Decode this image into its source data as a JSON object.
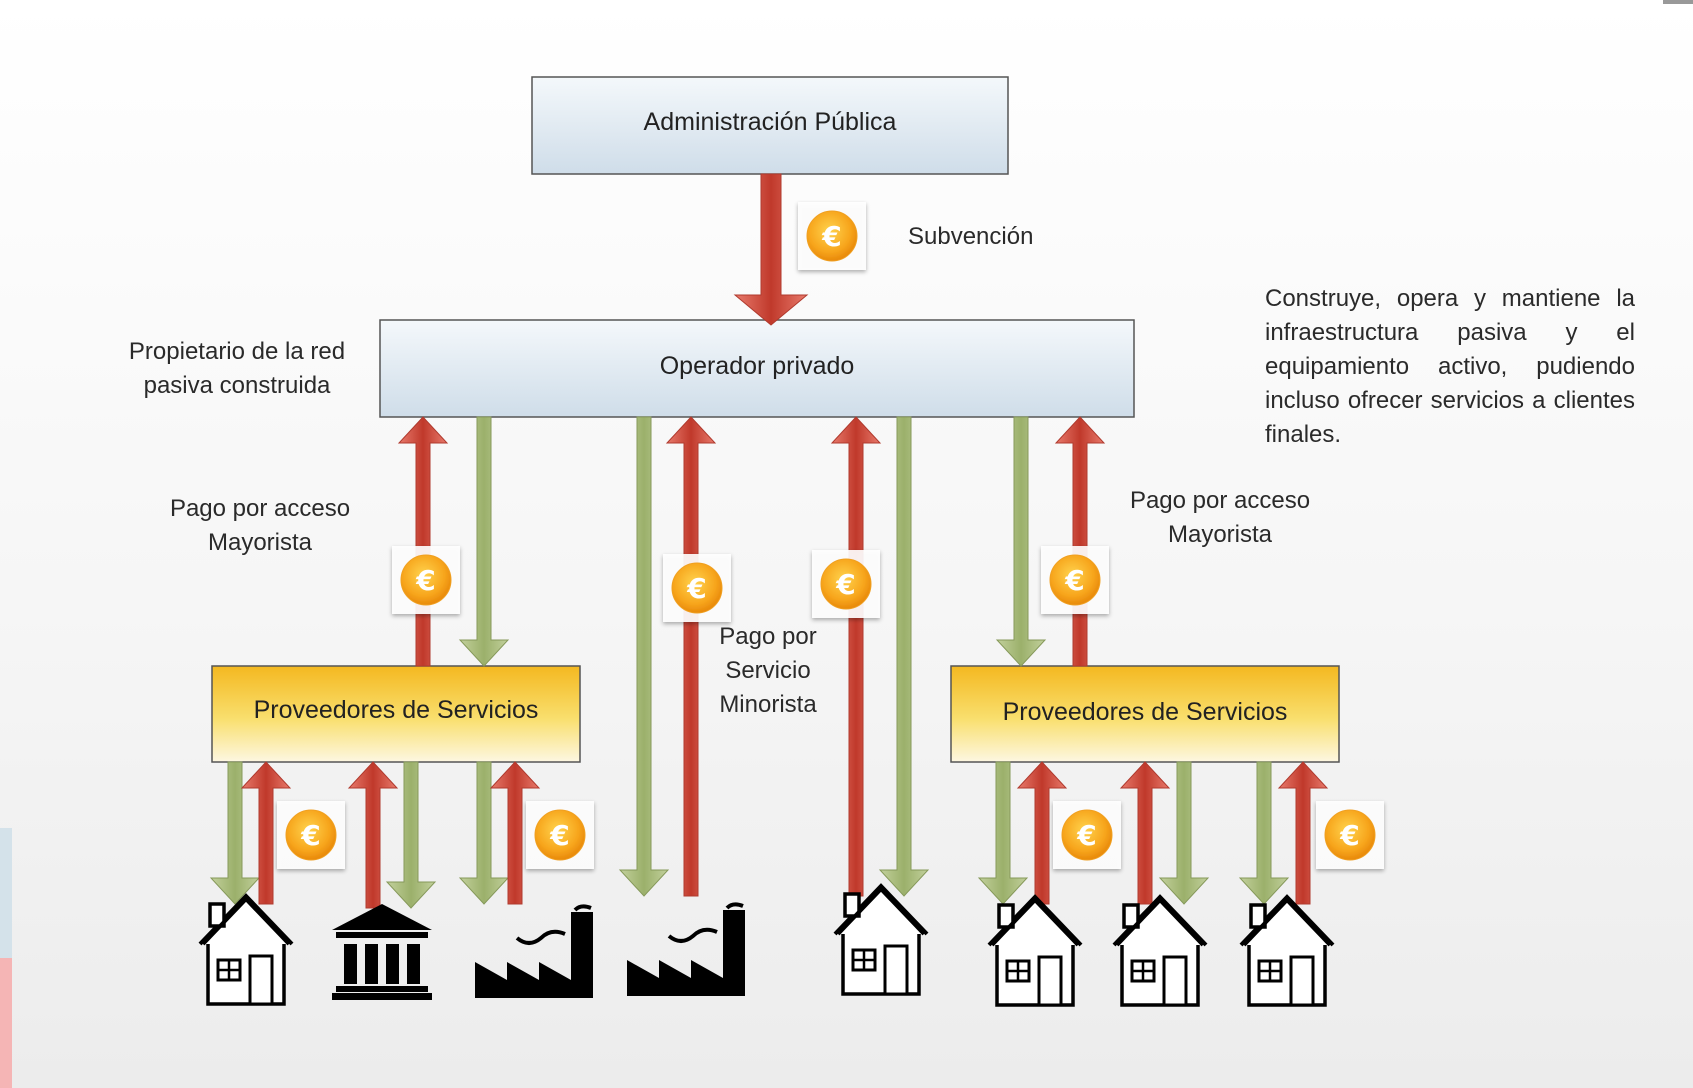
{
  "nodes": {
    "admin": "Administración Pública",
    "operator": "Operador privado",
    "providers_left": "Proveedores de Servicios",
    "providers_right": "Proveedores de Servicios"
  },
  "labels": {
    "subsidy": "Subvención",
    "owner_line1": "Propietario de la red",
    "owner_line2": "pasiva construida",
    "wholesale_left_line1": "Pago por acceso",
    "wholesale_left_line2": "Mayorista",
    "wholesale_right_line1": "Pago por acceso",
    "wholesale_right_line2": "Mayorista",
    "retail_line1": "Pago por",
    "retail_line2": "Servicio",
    "retail_line3": "Minorista",
    "operator_note": "Construye, opera y mantiene la infraestructura pasiva y el equipamiento activo, pudiendo incluso ofrecer servicios a clientes finales."
  },
  "currency_symbol": "€",
  "colors": {
    "payment_arrow": "#c0392b",
    "service_arrow": "#9bb06b",
    "coin": "#f39c12",
    "blue_box": "#dbe6ef",
    "yellow_box": "#f5c520"
  },
  "end_users": [
    "house-icon",
    "bank-icon",
    "factory-icon",
    "factory-icon",
    "house-icon",
    "house-icon",
    "house-icon",
    "house-icon"
  ]
}
